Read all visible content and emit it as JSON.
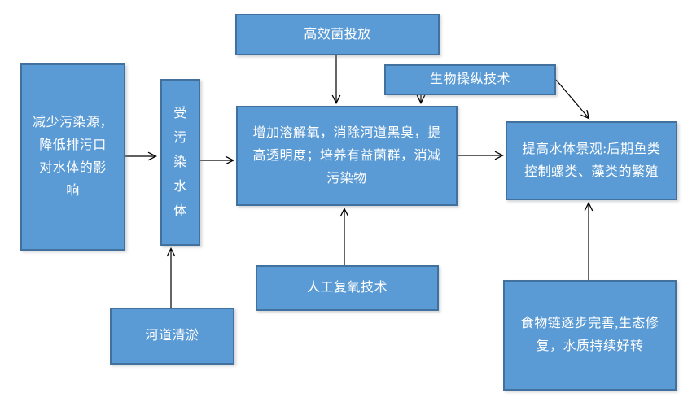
{
  "diagram": {
    "type": "flowchart",
    "colors": {
      "node_fill": "#5b9bd5",
      "node_border": "#41719c",
      "node_text": "#ffffff",
      "arrow": "#000000",
      "background": "#ffffff"
    },
    "nodes": {
      "reduce_pollution": {
        "label": "减少污染源，\n降低排污口\n对水体的影\n响"
      },
      "polluted_water": {
        "label": "受\n污\n染\n水\n体"
      },
      "bacteria_dosing": {
        "label": "高效菌投放"
      },
      "bio_manipulation": {
        "label": "生物操纵技术"
      },
      "water_improvement": {
        "label": "增加溶解氧，消除河道黑臭，提\n高透明度；培养有益菌群，消减\n污染物"
      },
      "water_landscape": {
        "label": "提高水体景观:后期鱼类\n控制螺类、藻类的繁殖"
      },
      "aeration_tech": {
        "label": "人工复氧技术"
      },
      "river_dredging": {
        "label": "河道清淤"
      },
      "food_chain": {
        "label": "食物链逐步完善,生态修\n复，水质持续好转"
      }
    },
    "edges": [
      {
        "from": "reduce_pollution",
        "to": "polluted_water"
      },
      {
        "from": "polluted_water",
        "to": "water_improvement"
      },
      {
        "from": "bacteria_dosing",
        "to": "water_improvement"
      },
      {
        "from": "bio_manipulation",
        "to": "water_improvement"
      },
      {
        "from": "bio_manipulation",
        "to": "water_landscape"
      },
      {
        "from": "water_improvement",
        "to": "water_landscape"
      },
      {
        "from": "aeration_tech",
        "to": "water_improvement"
      },
      {
        "from": "river_dredging",
        "to": "polluted_water"
      },
      {
        "from": "food_chain",
        "to": "water_landscape"
      }
    ]
  }
}
